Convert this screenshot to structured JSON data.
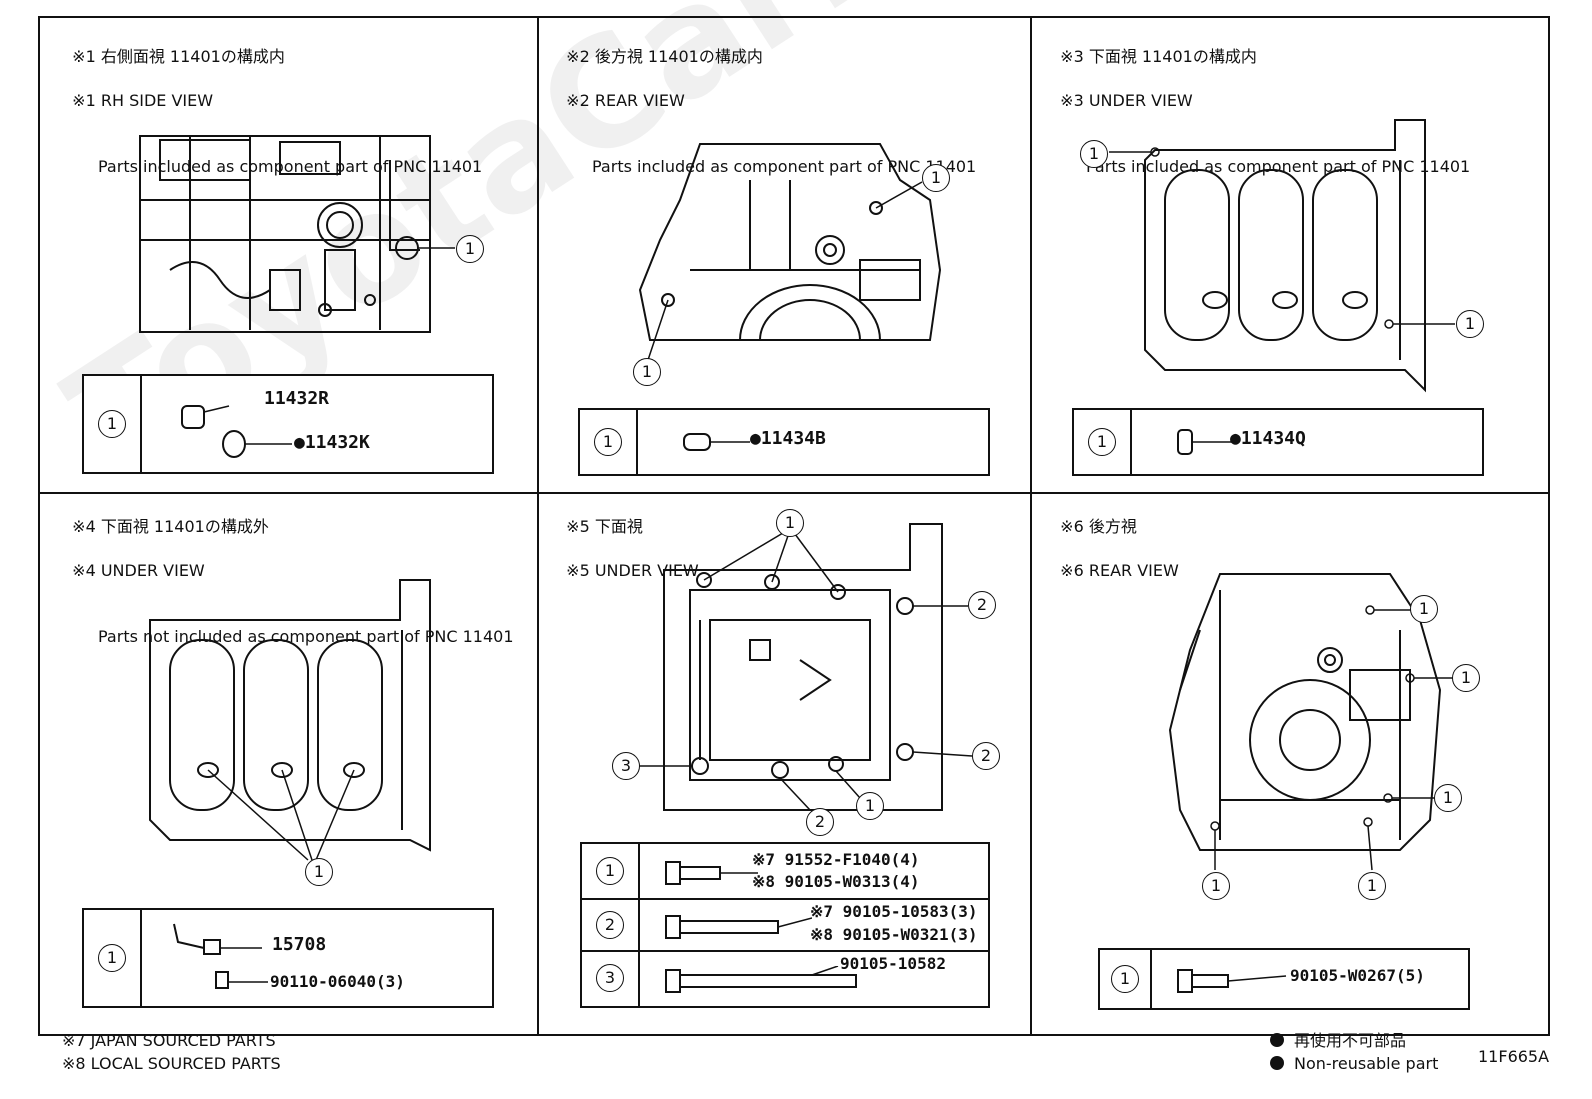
{
  "panels": [
    {
      "id": "p1",
      "title_ja": "※1 右側面視 11401の構成内",
      "title_en": "※1 RH SIDE VIEW",
      "subtitle": "Parts included as component part of PNC 11401"
    },
    {
      "id": "p2",
      "title_ja": "※2 後方視 11401の構成内",
      "title_en": "※2 REAR VIEW",
      "subtitle": "Parts included as component part of PNC 11401"
    },
    {
      "id": "p3",
      "title_ja": "※3 下面視 11401の構成内",
      "title_en": "※3 UNDER VIEW",
      "subtitle": "Parts included as component part of PNC 11401"
    },
    {
      "id": "p4",
      "title_ja": "※4 下面視 11401の構成外",
      "title_en": "※4 UNDER VIEW",
      "subtitle": "Parts not included as component part of PNC 11401"
    },
    {
      "id": "p5",
      "title_ja": "※5 下面視",
      "title_en": "※5 UNDER VIEW",
      "subtitle": ""
    },
    {
      "id": "p6",
      "title_ja": "※6 後方視",
      "title_en": "※6 REAR VIEW",
      "subtitle": ""
    }
  ],
  "callouts": {
    "one": "1",
    "two": "2",
    "three": "3"
  },
  "parts": {
    "p1_a": "11432R",
    "p1_b": "●11432K",
    "p2_a": "●11434B",
    "p3_a": "●11434Q",
    "p4_a": "15708",
    "p4_b": "90110-06040(3)",
    "p5_r1_a": "※7 91552-F1040(4)",
    "p5_r1_b": "※8 90105-W0313(4)",
    "p5_r2_a": "※7 90105-10583(3)",
    "p5_r2_b": "※8 90105-W0321(3)",
    "p5_r3_a": "90105-10582",
    "p6_a": "90105-W0267(5)"
  },
  "footer": {
    "note7": "※7 JAPAN SOURCED PARTS",
    "note8": "※8 LOCAL SOURCED PARTS",
    "legend_ja": "再使用不可部品",
    "legend_en": "Non-reusable part",
    "code": "11F665A"
  },
  "watermark": "ToyotaCarMine.ru"
}
